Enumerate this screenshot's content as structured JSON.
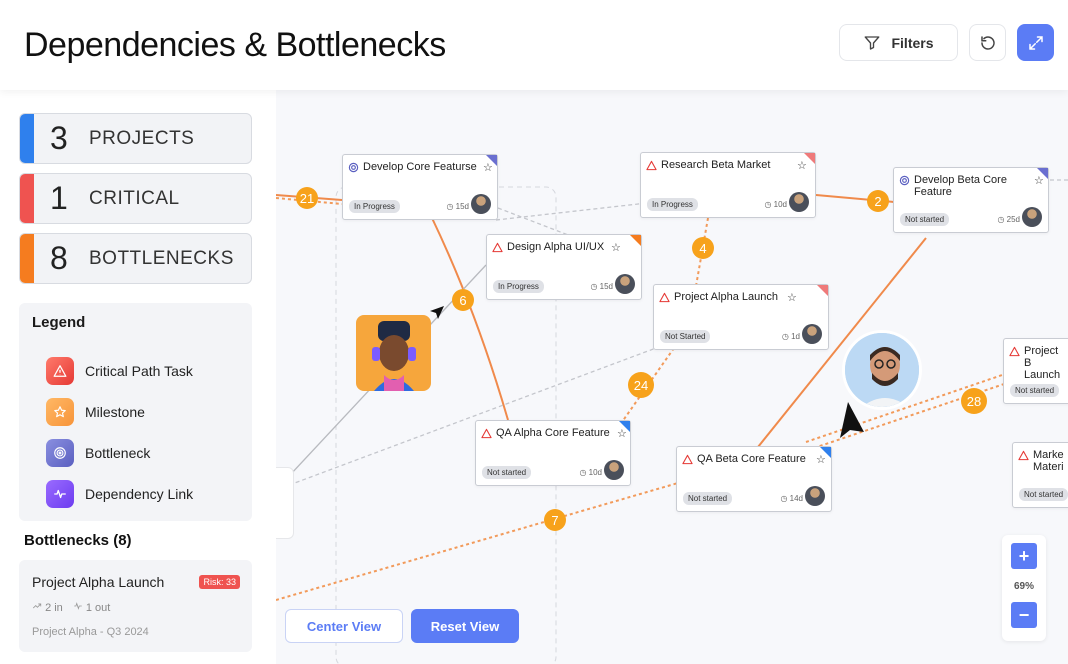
{
  "header": {
    "title": "Dependencies & Bottlenecks",
    "filters_label": "Filters"
  },
  "stats": [
    {
      "value": "3",
      "label": "PROJECTS",
      "color": "#2f80ed"
    },
    {
      "value": "1",
      "label": "CRITICAL",
      "color": "#ef5350"
    },
    {
      "value": "8",
      "label": "BOTTLENECKS",
      "color": "#f57c1f"
    }
  ],
  "legend": {
    "title": "Legend",
    "items": [
      {
        "label": "Critical Path Task",
        "icon": "warning-triangle-icon",
        "color": "#ef5350"
      },
      {
        "label": "Milestone",
        "icon": "star-icon",
        "color": "#f7a64a"
      },
      {
        "label": "Bottleneck",
        "icon": "target-icon",
        "color": "#6a6fd0"
      },
      {
        "label": "Dependency Link",
        "icon": "pulse-icon",
        "color": "#7c4dff"
      }
    ]
  },
  "bottlenecks": {
    "title": "Bottlenecks (8)",
    "items": [
      {
        "name": "Project Alpha Launch",
        "risk": "Risk: 33",
        "in": "2 in",
        "out": "1 out",
        "subtitle": "Project Alpha - Q3 2024"
      }
    ]
  },
  "tasks": [
    {
      "id": "t1",
      "name": "Develop Core Featurse",
      "status": "In Progress",
      "duration": "15d",
      "icon": "target-icon",
      "corner": "#6a6fd0"
    },
    {
      "id": "t2",
      "name": "Research Beta Market",
      "status": "In Progress",
      "duration": "10d",
      "icon": "warning-triangle-icon",
      "corner": "#ef7a7a"
    },
    {
      "id": "t3",
      "name": "Develop Beta Core Feature",
      "status": "Not started",
      "duration": "25d",
      "icon": "target-icon",
      "corner": "#6a6fd0"
    },
    {
      "id": "t4",
      "name": "Design Alpha UI/UX",
      "status": "In Progress",
      "duration": "15d",
      "icon": "warning-triangle-icon",
      "corner": "#f57c1f"
    },
    {
      "id": "t5",
      "name": "Project Alpha Launch",
      "status": "Not Started",
      "duration": "1d",
      "icon": "warning-triangle-icon",
      "corner": "#ef7a7a"
    },
    {
      "id": "t6",
      "name": "QA Alpha Core Feature",
      "status": "Not started",
      "duration": "10d",
      "icon": "warning-triangle-icon",
      "corner": "#2f80ed"
    },
    {
      "id": "t7",
      "name": "QA Beta Core Feature",
      "status": "Not started",
      "duration": "14d",
      "icon": "warning-triangle-icon",
      "corner": "#2f80ed"
    },
    {
      "id": "t8",
      "name": "Project B Launch",
      "status": "Not started",
      "duration": "",
      "icon": "warning-triangle-icon",
      "corner": ""
    },
    {
      "id": "t9",
      "name": "Marke Materi",
      "status": "Not started",
      "duration": "",
      "icon": "warning-triangle-icon",
      "corner": ""
    }
  ],
  "link_badges": [
    "21",
    "2",
    "4",
    "6",
    "24",
    "28",
    "7"
  ],
  "zoom": {
    "plus": "+",
    "level": "69%",
    "minus": "−"
  },
  "view_buttons": {
    "center": "Center View",
    "reset": "Reset View"
  }
}
